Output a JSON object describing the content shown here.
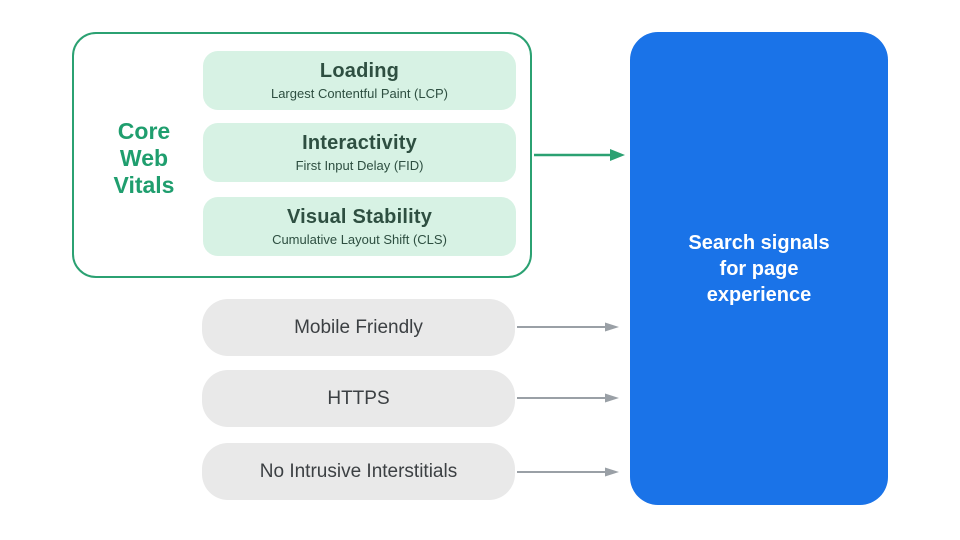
{
  "colors": {
    "green_stroke": "#2ba172",
    "green_text": "#1f9e6e",
    "green_fill": "#d7f2e4",
    "card_text": "#2e4f41",
    "gray_fill": "#e9e9e9",
    "gray_text": "#3c4043",
    "arrow_gray": "#9aa0a6",
    "blue": "#1a73e8",
    "white_text": "#ffffff"
  },
  "core_web_vitals": {
    "label_lines": [
      "Core",
      "Web",
      "Vitals"
    ],
    "cards": [
      {
        "title": "Loading",
        "subtitle": "Largest Contentful Paint (LCP)"
      },
      {
        "title": "Interactivity",
        "subtitle": "First Input Delay (FID)"
      },
      {
        "title": "Visual Stability",
        "subtitle": "Cumulative Layout Shift (CLS)"
      }
    ]
  },
  "other_signals": [
    {
      "label": "Mobile Friendly"
    },
    {
      "label": "HTTPS"
    },
    {
      "label": "No Intrusive Interstitials"
    }
  ],
  "result_panel": {
    "label_lines": [
      "Search signals",
      "for page",
      "experience"
    ]
  }
}
